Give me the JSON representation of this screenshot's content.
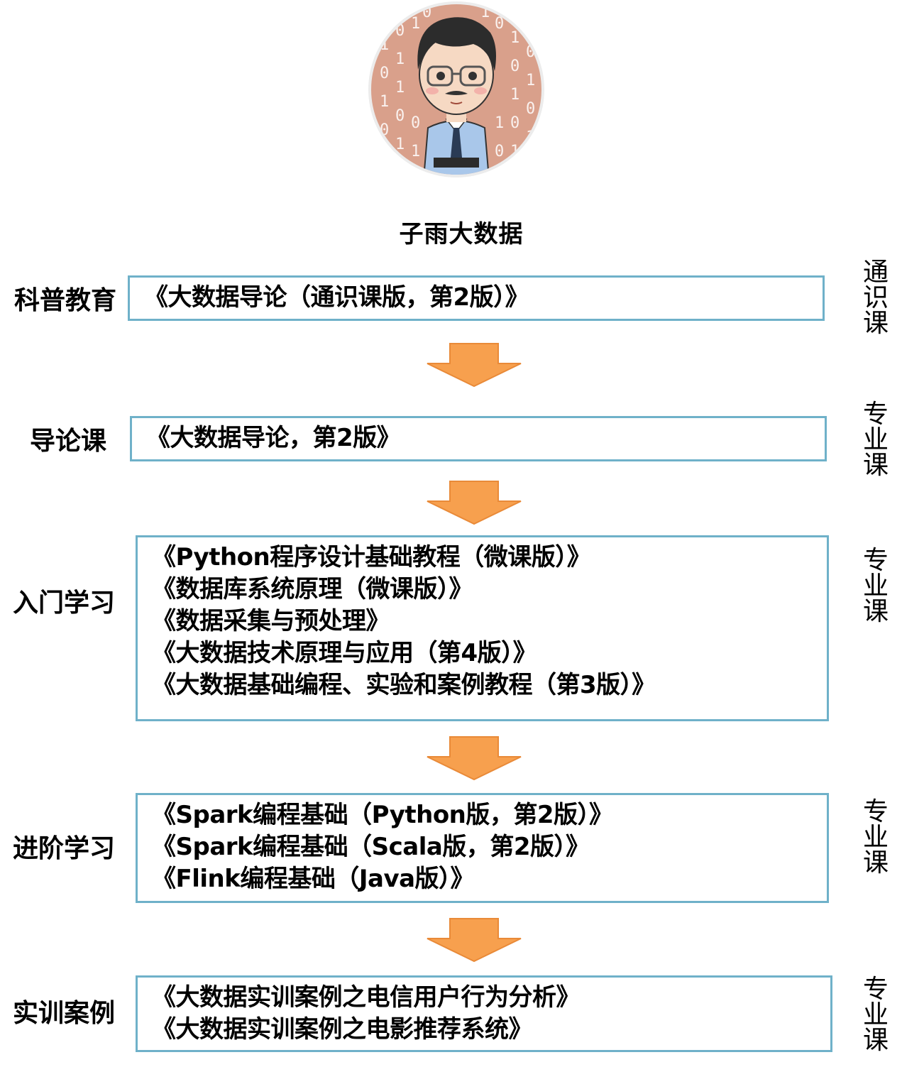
{
  "brand": {
    "name": "子雨大数据"
  },
  "colors": {
    "box_border": "#6fb1c9",
    "arrow_fill": "#f7a04e",
    "arrow_stroke": "#e98a38",
    "avatar_bg": "#d9a08b"
  },
  "stages": [
    {
      "label": "科普教育",
      "tag": "通识课",
      "courses": [
        "《大数据导论（通识课版，第2版）》"
      ]
    },
    {
      "label": "导论课",
      "tag": "专业课",
      "courses": [
        "《大数据导论，第2版》"
      ]
    },
    {
      "label": "入门学习",
      "tag": "专业课",
      "courses": [
        "《Python程序设计基础教程（微课版）》",
        "《数据库系统原理（微课版）》",
        "《数据采集与预处理》",
        "《大数据技术原理与应用（第4版）》",
        "《大数据基础编程、实验和案例教程（第3版）》"
      ]
    },
    {
      "label": "进阶学习",
      "tag": "专业课",
      "courses": [
        "《Spark编程基础（Python版，第2版）》",
        "《Spark编程基础（Scala版，第2版）》",
        "《Flink编程基础（Java版）》"
      ]
    },
    {
      "label": "实训案例",
      "tag": "专业课",
      "courses": [
        "《大数据实训案例之电信用户行为分析》",
        "《大数据实训案例之电影推荐系统》"
      ]
    }
  ]
}
